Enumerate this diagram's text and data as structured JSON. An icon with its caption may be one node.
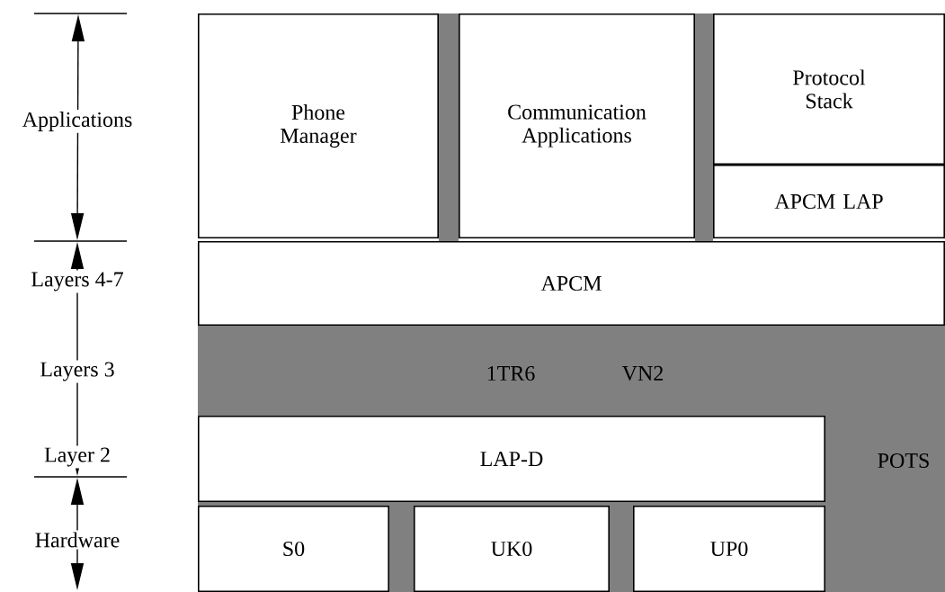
{
  "diagram": {
    "nodes": [
      {
        "text": [
          "Phone Manager"
        ]
      },
      {
        "text": [],
        "shape": "bar"
      },
      {
        "text": [
          "Communication Applications"
        ]
      },
      {
        "text": [],
        "shape": "bar"
      },
      {
        "text": [
          "Protocol Stack"
        ]
      },
      {
        "text": [
          "APCM LAP"
        ]
      },
      {
        "text": [
          "APCM"
        ]
      },
      {
        "text": [
          "1TR6",
          "VN2",
          "POTS"
        ]
      },
      {
        "text": [
          "LAP-D"
        ],
        "in": 7
      },
      {
        "text": [
          "S0"
        ],
        "in": 7
      },
      {
        "text": [
          "UK0"
        ],
        "in": 7
      },
      {
        "text": [
          "UP0"
        ],
        "in": 7
      }
    ],
    "labels": [
      "Applications",
      "Layers 4-7",
      "Layers 3",
      "Layer 2",
      "Hardware"
    ]
  }
}
